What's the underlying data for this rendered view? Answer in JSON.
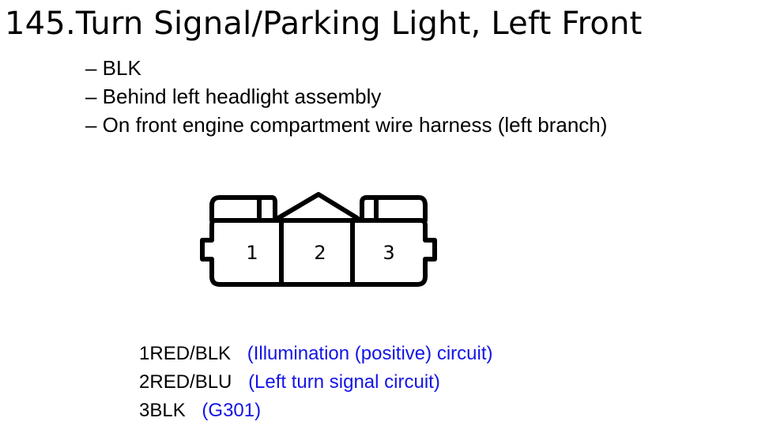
{
  "title": "145.Turn Signal/Parking Light, Left Front",
  "details": [
    "– BLK",
    "– Behind left headlight assembly",
    "– On front engine compartment wire harness (left branch)"
  ],
  "connector": {
    "cavities": [
      "1",
      "2",
      "3"
    ]
  },
  "pins": [
    {
      "number": "1",
      "wire": "RED/BLK",
      "description": "(Illumination (positive) circuit)"
    },
    {
      "number": "2",
      "wire": "RED/BLU",
      "description": "(Left turn signal circuit)"
    },
    {
      "number": "3",
      "wire": "BLK",
      "description": "(G301)"
    }
  ],
  "colors": {
    "description_text": "#1414e6",
    "line": "#000000"
  }
}
